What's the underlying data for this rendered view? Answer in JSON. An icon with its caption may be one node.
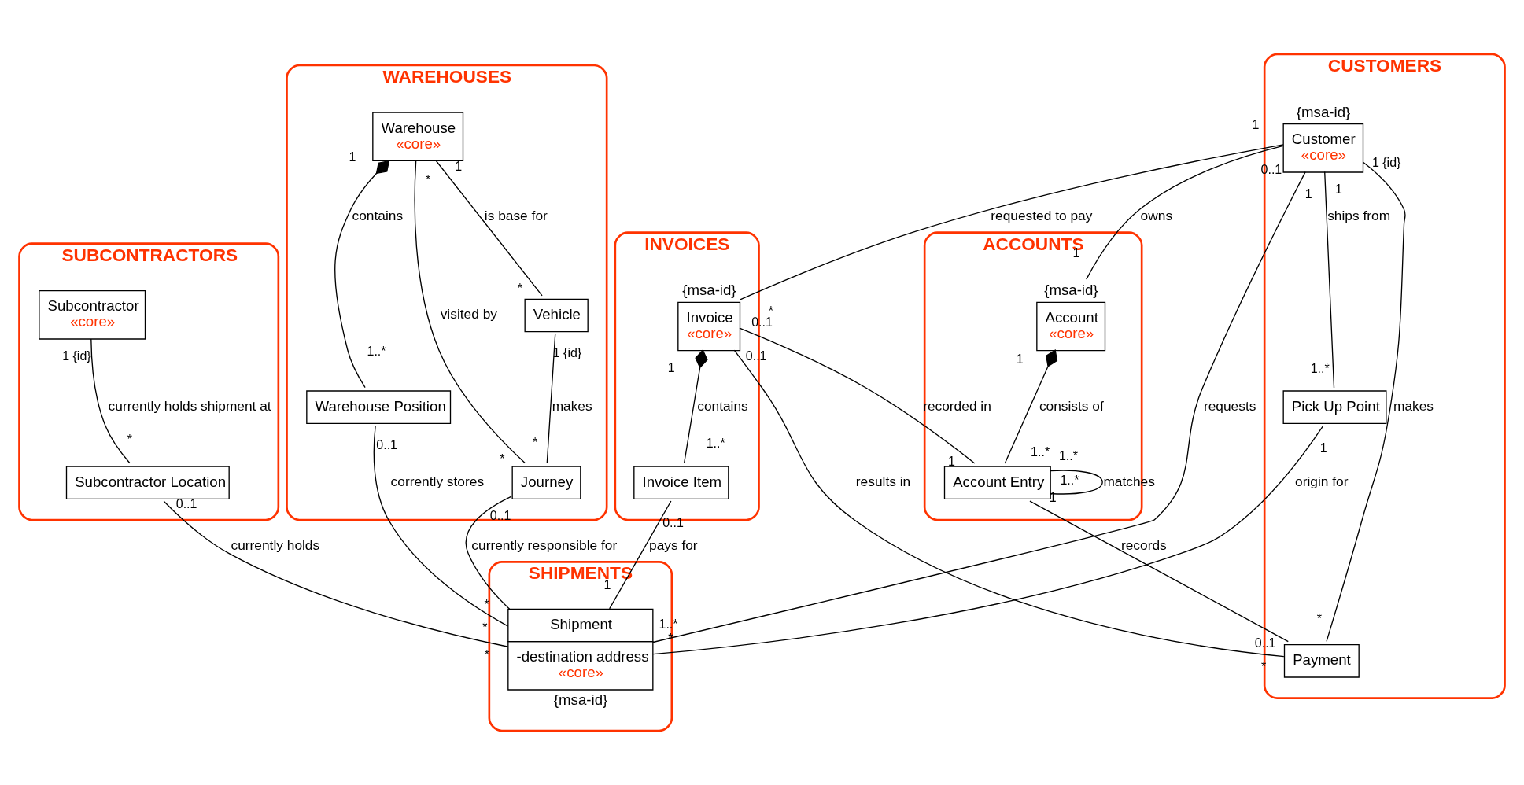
{
  "diagram": {
    "nodes": [
      {
        "text": [
          "SUBCONTRACTORS"
        ]
      },
      {
        "text": [
          "Subcontractor",
          "«core»"
        ],
        "in": 0
      },
      {
        "text": [
          "Subcontractor Location"
        ],
        "in": 0
      },
      {
        "text": [
          "WAREHOUSES"
        ]
      },
      {
        "text": [
          "Warehouse",
          "«core»"
        ],
        "in": 3
      },
      {
        "text": [
          "Vehicle"
        ],
        "in": 3
      },
      {
        "text": [
          "Warehouse Position"
        ],
        "in": 3
      },
      {
        "text": [
          "Journey"
        ],
        "in": 3
      },
      {
        "text": [
          "CUSTOMERS"
        ]
      },
      {
        "text": [
          "Customer",
          "«core»"
        ],
        "in": 8,
        "beside": [
          "{msa-id}"
        ]
      },
      {
        "text": [
          "Pick Up Point"
        ],
        "in": 8
      },
      {
        "text": [
          "Payment"
        ],
        "in": 8
      },
      {
        "text": [
          "INVOICES"
        ]
      },
      {
        "text": [
          "Invoice",
          "«core»"
        ],
        "in": 12,
        "beside": [
          "{msa-id}"
        ]
      },
      {
        "text": [
          "Invoice Item"
        ],
        "in": 12
      },
      {
        "text": [
          "ACCOUNTS"
        ]
      },
      {
        "text": [
          "Account",
          "«core»"
        ],
        "in": 15,
        "beside": [
          "{msa-id}"
        ]
      },
      {
        "text": [
          "Account Entry"
        ],
        "in": 15
      },
      {
        "text": [
          "SHIPMENTS"
        ]
      },
      {
        "text": [
          "Shipment",
          "-destination address",
          "«core»"
        ],
        "in": 18,
        "beside": [
          "{msa-id}"
        ]
      }
    ],
    "edges": [
      {
        "from": 1,
        "to": 2,
        "arrow": "none",
        "label": "currently holds shipment at"
      },
      {
        "from": 2,
        "to": 19,
        "arrow": "none",
        "label": "currently holds"
      },
      {
        "from": 4,
        "to": 5,
        "arrow": "none",
        "label": "is base for"
      },
      {
        "from": 4,
        "to": 6,
        "arrow": "other",
        "label": "contains"
      },
      {
        "from": 4,
        "to": 7,
        "arrow": "none",
        "label": "visited by"
      },
      {
        "from": 5,
        "to": 7,
        "arrow": "none",
        "label": "makes"
      },
      {
        "from": 6,
        "to": 19,
        "arrow": "none",
        "label": "corrently stores"
      },
      {
        "from": 7,
        "to": 19,
        "arrow": "none",
        "label": "currently responsible for"
      },
      {
        "from": 9,
        "to": 16,
        "arrow": "none",
        "label": "owns"
      },
      {
        "from": 9,
        "to": 13,
        "arrow": "none",
        "label": "requested to pay"
      },
      {
        "from": 9,
        "to": 19,
        "arrow": "none",
        "label": "requests"
      },
      {
        "from": 9,
        "to": 10,
        "arrow": "none",
        "label": "ships from"
      },
      {
        "from": 9,
        "to": 11,
        "arrow": "none",
        "label": "makes"
      },
      {
        "from": 10,
        "to": 19,
        "arrow": "none",
        "label": "origin for"
      },
      {
        "from": 13,
        "to": 14,
        "arrow": "other",
        "label": "contains"
      },
      {
        "from": 13,
        "to": 11,
        "arrow": "none",
        "label": "results in"
      },
      {
        "from": 13,
        "to": 17,
        "arrow": "none",
        "label": "recorded in"
      },
      {
        "from": 14,
        "to": 19,
        "arrow": "none",
        "label": "pays for"
      },
      {
        "from": 16,
        "to": 17,
        "arrow": "other",
        "label": "consists of"
      },
      {
        "from": 17,
        "to": 17,
        "arrow": "none",
        "label": "matches"
      },
      {
        "from": 17,
        "to": 11,
        "arrow": "none",
        "label": "records"
      }
    ],
    "labels": [
      "1 {id}",
      "*",
      "0..1",
      "*",
      "1",
      "*",
      "1",
      "1..*",
      "*",
      "*",
      "1 {id}",
      "*",
      "0..1",
      "*",
      "0..1",
      "*",
      "0..1",
      "1",
      "1",
      "*",
      "1",
      "1..*",
      "1",
      "1..*",
      "1 {id}",
      "*",
      "1",
      "*",
      "1",
      "1..*",
      "0..1",
      "*",
      "0..1",
      "1",
      "0..1",
      "1",
      "1",
      "1..*",
      "1..*",
      "1..*",
      "1",
      "0..1"
    ]
  }
}
